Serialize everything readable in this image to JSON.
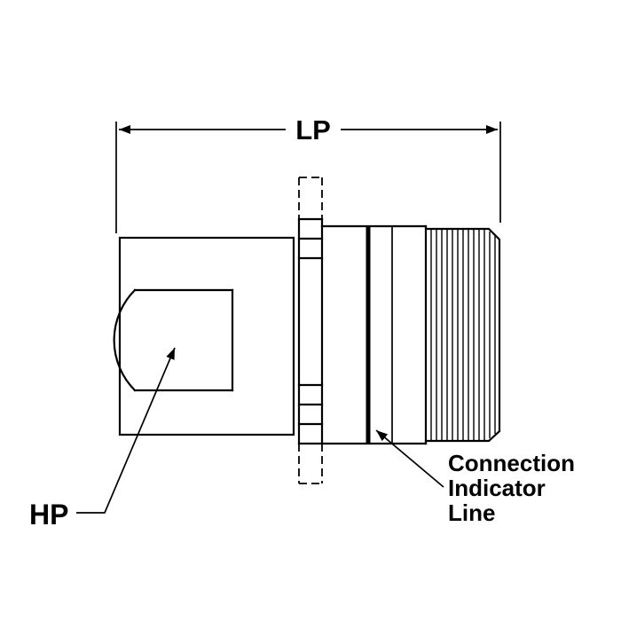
{
  "diagram": {
    "type": "technical-drawing",
    "subject": "quick-disconnect-coupler-side-view",
    "labels": {
      "lp_dimension": "LP",
      "hp_callout": "HP",
      "connection_indicator_callout": [
        "Connection",
        "Indicator",
        "Line"
      ]
    },
    "colors": {
      "line": "#000000",
      "text": "#000000",
      "background": "#ffffff"
    }
  }
}
